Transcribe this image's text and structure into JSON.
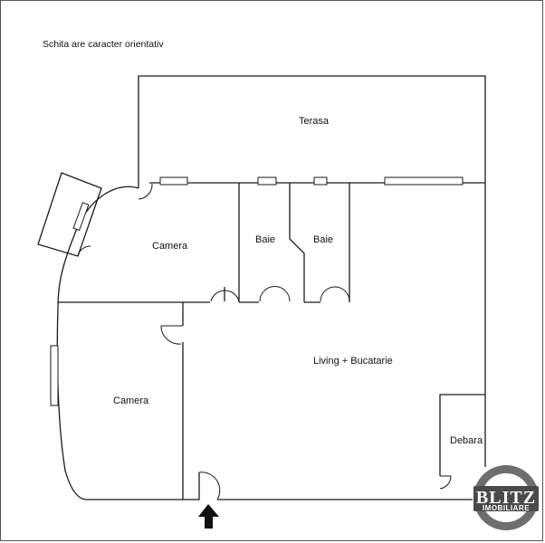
{
  "note": "Schita are caracter orientativ",
  "rooms": {
    "terasa": "Terasa",
    "camera_top": "Camera",
    "baie_1": "Baie",
    "baie_2": "Baie",
    "living": "Living + Bucatarie",
    "camera_left": "Camera",
    "debara": "Debara"
  },
  "logo": {
    "brand": "BLITZ",
    "sub": "IMOBILIARE",
    "ring_color": "#6e6e6e",
    "text_color": "#ffffff"
  },
  "entrance_arrow_icon": "arrow-up-icon"
}
